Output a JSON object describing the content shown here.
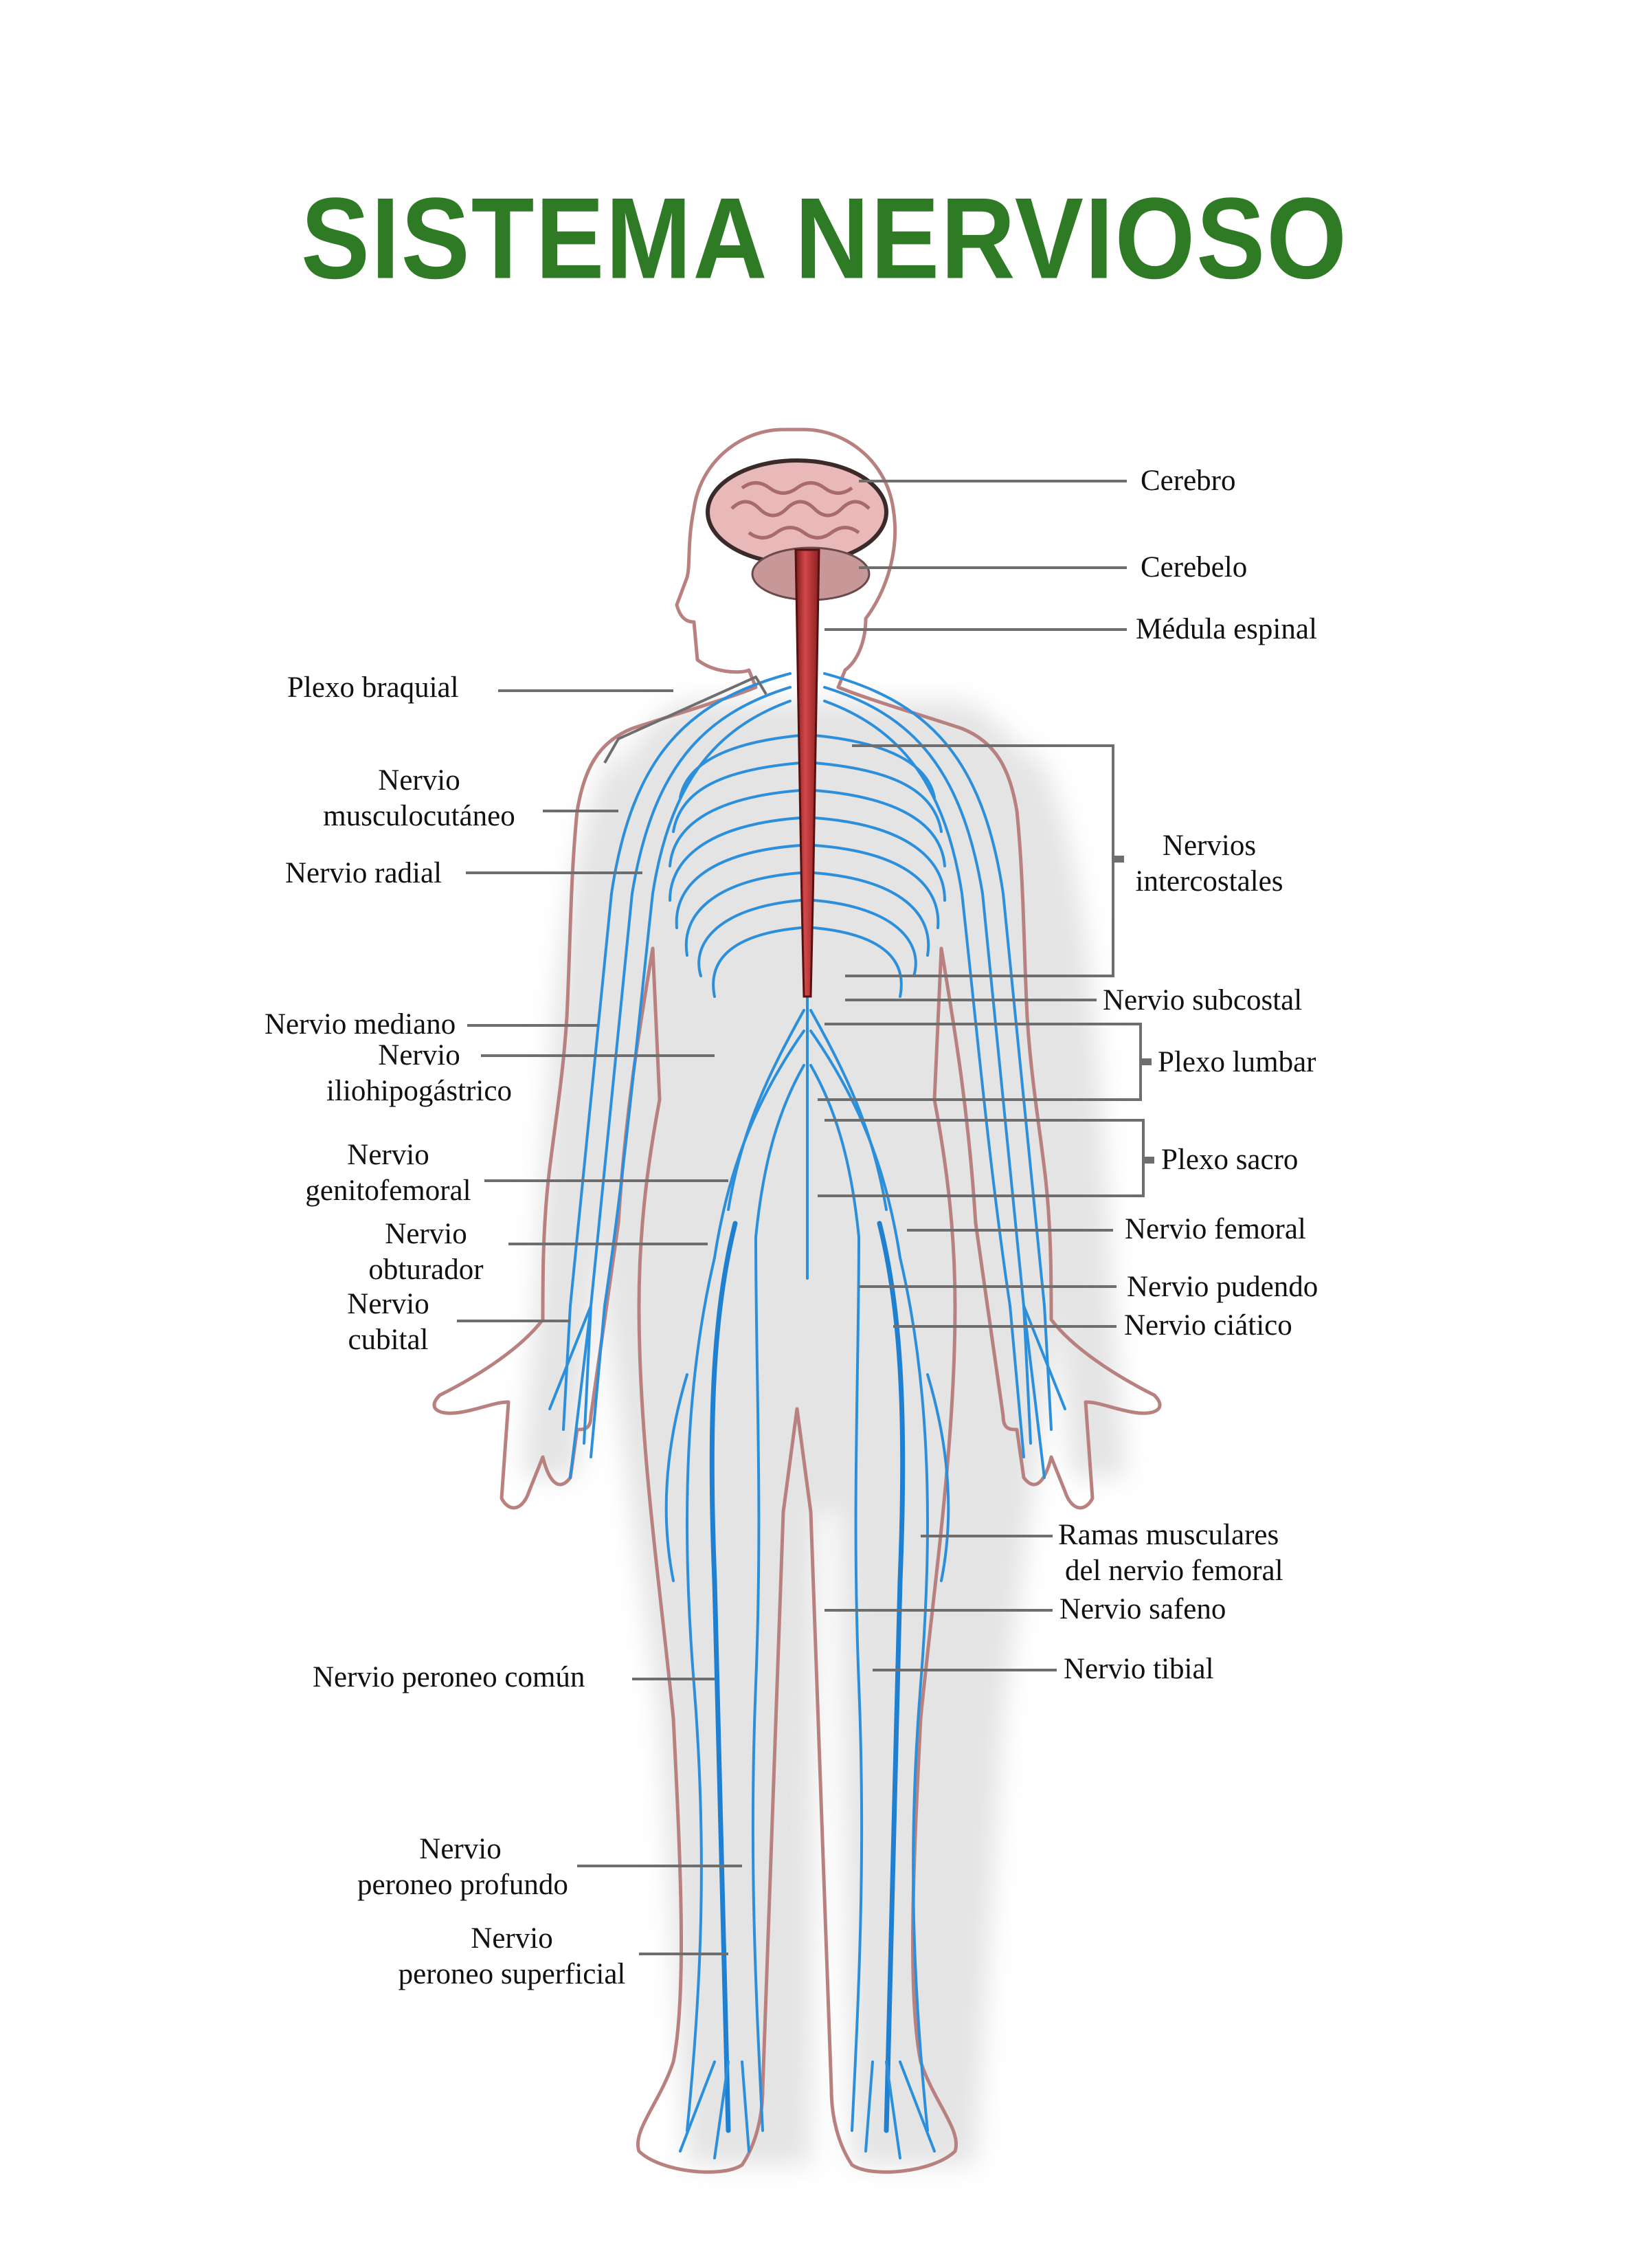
{
  "title": "SISTEMA NERVIOSO",
  "colors": {
    "title": "#2e7a25",
    "nerve": "#2b8fdc",
    "body_outline": "#b98080",
    "spinal_cord": "#c0393b",
    "brain": "#e8b8b8",
    "leader_line": "#6e6e6e"
  },
  "labels": {
    "right": [
      {
        "id": "cerebro",
        "text": "Cerebro"
      },
      {
        "id": "cerebelo",
        "text": "Cerebelo"
      },
      {
        "id": "medula",
        "text": "Médula espinal"
      },
      {
        "id": "intercostales",
        "line1": "Nervios",
        "line2": "intercostales"
      },
      {
        "id": "subcostal",
        "text": "Nervio subcostal"
      },
      {
        "id": "lumbar",
        "text": "Plexo lumbar"
      },
      {
        "id": "sacro",
        "text": "Plexo sacro"
      },
      {
        "id": "femoral",
        "text": "Nervio femoral"
      },
      {
        "id": "pudendo",
        "text": "Nervio pudendo"
      },
      {
        "id": "ciatico",
        "text": "Nervio ciático"
      },
      {
        "id": "ramas",
        "line1": "Ramas musculares",
        "line2": "del nervio femoral"
      },
      {
        "id": "safeno",
        "text": "Nervio safeno"
      },
      {
        "id": "tibial",
        "text": "Nervio tibial"
      }
    ],
    "left": [
      {
        "id": "braquial",
        "text": "Plexo braquial"
      },
      {
        "id": "musculocutaneo",
        "line1": "Nervio",
        "line2": "musculocutáneo"
      },
      {
        "id": "radial",
        "text": "Nervio radial"
      },
      {
        "id": "mediano",
        "text": "Nervio mediano"
      },
      {
        "id": "iliohipogastrico",
        "line1": "Nervio",
        "line2": "iliohipogástrico"
      },
      {
        "id": "genitofemoral",
        "line1": "Nervio",
        "line2": "genitofemoral"
      },
      {
        "id": "obturador",
        "line1": "Nervio",
        "line2": "obturador"
      },
      {
        "id": "cubital",
        "line1": "Nervio",
        "line2": "cubital"
      },
      {
        "id": "peroneo_comun",
        "text": "Nervio peroneo común"
      },
      {
        "id": "peroneo_profundo",
        "line1": "Nervio",
        "line2": "peroneo profundo"
      },
      {
        "id": "peroneo_superficial",
        "line1": "Nervio",
        "line2": "peroneo superficial"
      }
    ]
  }
}
